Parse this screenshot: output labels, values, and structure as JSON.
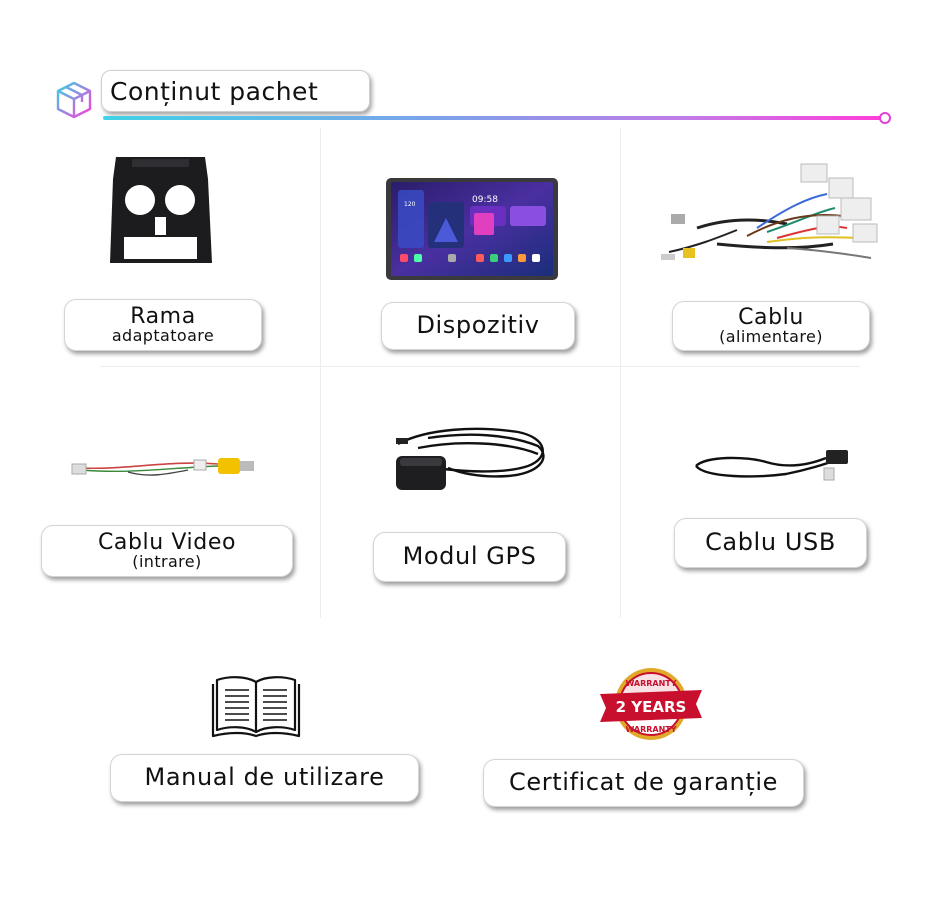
{
  "header": {
    "title": "Conținut pachet"
  },
  "items": [
    {
      "main": "Rama",
      "sub": "adaptatoare"
    },
    {
      "main": "Dispozitiv"
    },
    {
      "main": "Cablu",
      "sub": "(alimentare)"
    },
    {
      "main": "Cablu Video",
      "sub": "(intrare)"
    },
    {
      "main": "Modul GPS"
    },
    {
      "main": "Cablu USB"
    },
    {
      "main": "Manual de utilizare"
    },
    {
      "main": "Certificat de garanție"
    }
  ],
  "device_screen": {
    "time": "09:58",
    "speed": "120"
  },
  "warranty_badge": {
    "top_text": "WARRANTY",
    "center_text": "2 YEARS",
    "bottom_text": "WARRANTY"
  },
  "colors": {
    "accent_start": "#3fd3e6",
    "accent_end": "#ff3dda",
    "badge_red": "#c8102e",
    "badge_gold": "#e0a92a"
  }
}
